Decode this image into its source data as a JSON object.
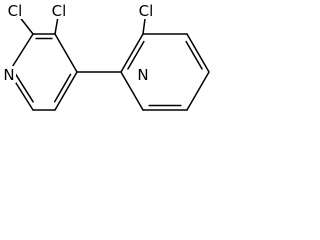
{
  "molecule": {
    "atoms": [
      {
        "id": "cl-a",
        "symbol": "Cl"
      },
      {
        "id": "cl-b",
        "symbol": "Cl"
      },
      {
        "id": "cl-c",
        "symbol": "Cl"
      },
      {
        "id": "n-left",
        "symbol": "N"
      },
      {
        "id": "n-right",
        "symbol": "N"
      }
    ],
    "line_color": "#000000",
    "background": "#ffffff"
  }
}
